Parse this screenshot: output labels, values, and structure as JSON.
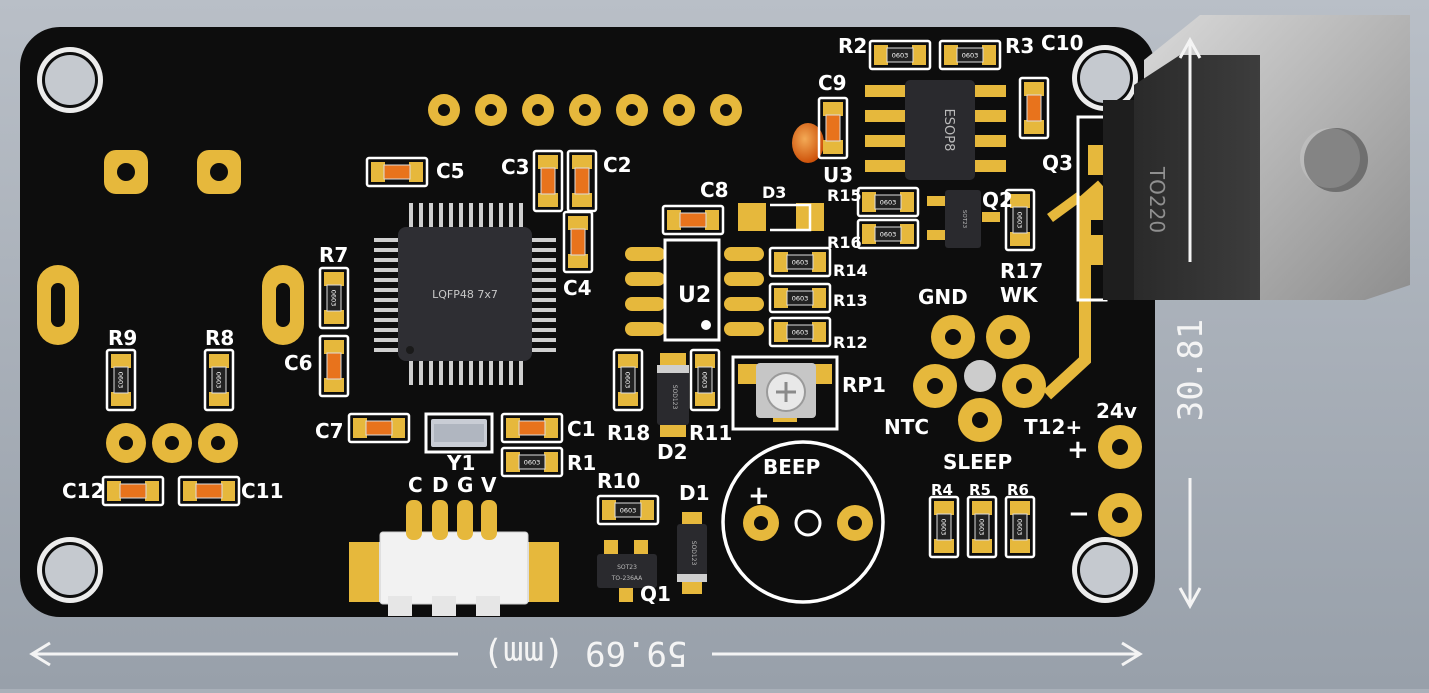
{
  "colors": {
    "board": "#0d0d0d",
    "copper": "#e6b83c",
    "silk": "#ffffff",
    "smd": "#e8731c",
    "background": "#a9b0b9",
    "heatsink": "#8a8a8a"
  },
  "dimensions": {
    "width_label": "59.69 (mm)",
    "height_label": "30.81"
  },
  "refdes": {
    "R2": "R2",
    "R3": "R3",
    "C10": "C10",
    "C9": "C9",
    "U3": "U3",
    "Q3": "Q3",
    "C5": "C5",
    "C3": "C3",
    "C2": "C2",
    "C8": "C8",
    "D3": "D3",
    "R15": "R15",
    "Q2": "Q2",
    "R16": "R16",
    "R17": "R17",
    "WK": "WK",
    "R7": "R7",
    "C4": "C4",
    "U2": "U2",
    "R14": "R14",
    "R13": "R13",
    "R12": "R12",
    "GND": "GND",
    "R9": "R9",
    "R8": "R8",
    "C6": "C6",
    "RP1": "RP1",
    "R18": "R18",
    "R11": "R11",
    "D2": "D2",
    "NTC": "NTC",
    "T12": "T12+",
    "V24": "24v",
    "plus_pwr": "+",
    "minus_pwr": "−",
    "C7": "C7",
    "C1": "C1",
    "Y1": "Y1",
    "R1": "R1",
    "BEEP": "BEEP",
    "beep_plus": "+",
    "SLEEP": "SLEEP",
    "R4": "R4",
    "R5": "R5",
    "R6": "R6",
    "C12": "C12",
    "C11": "C11",
    "R10": "R10",
    "D1": "D1",
    "Q1": "Q1",
    "conn_C": "C",
    "conn_D": "D",
    "conn_G": "G",
    "conn_V": "V"
  },
  "components": {
    "esop8": "ESOP8",
    "lqfp48": "LQFP48 7x7",
    "to220": "TO220",
    "sot23": "SOT23",
    "sot23_alt": "TO-236AA",
    "sod123": "SOD123",
    "p0603": "0603"
  }
}
